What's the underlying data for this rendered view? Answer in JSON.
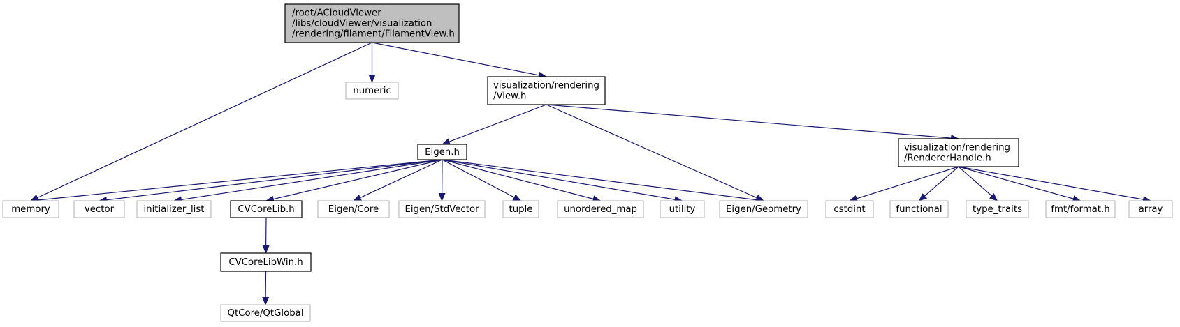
{
  "colors": {
    "edge": "#191970",
    "root_fill": "#bfbfbf",
    "documented_border": "#000000",
    "external_border": "#bfbfbf",
    "background": "#ffffff"
  },
  "nodes": [
    {
      "id": "root",
      "kind": "root",
      "lines": [
        "/root/ACloudViewer",
        "/libs/cloudViewer/visualization",
        "/rendering/filament/FilamentView.h"
      ]
    },
    {
      "id": "numeric",
      "kind": "external",
      "lines": [
        "numeric"
      ]
    },
    {
      "id": "view_h",
      "kind": "documented",
      "lines": [
        "visualization/rendering",
        "/View.h"
      ]
    },
    {
      "id": "eigen_h",
      "kind": "documented",
      "lines": [
        "Eigen.h"
      ]
    },
    {
      "id": "renderer_handle_h",
      "kind": "documented",
      "lines": [
        "visualization/rendering",
        "/RendererHandle.h"
      ]
    },
    {
      "id": "memory",
      "kind": "external",
      "lines": [
        "memory"
      ]
    },
    {
      "id": "vector",
      "kind": "external",
      "lines": [
        "vector"
      ]
    },
    {
      "id": "initializer_list",
      "kind": "external",
      "lines": [
        "initializer_list"
      ]
    },
    {
      "id": "cvcorelib_h",
      "kind": "documented",
      "lines": [
        "CVCoreLib.h"
      ]
    },
    {
      "id": "eigen_core",
      "kind": "external",
      "lines": [
        "Eigen/Core"
      ]
    },
    {
      "id": "eigen_stdvector",
      "kind": "external",
      "lines": [
        "Eigen/StdVector"
      ]
    },
    {
      "id": "tuple",
      "kind": "external",
      "lines": [
        "tuple"
      ]
    },
    {
      "id": "unordered_map",
      "kind": "external",
      "lines": [
        "unordered_map"
      ]
    },
    {
      "id": "utility",
      "kind": "external",
      "lines": [
        "utility"
      ]
    },
    {
      "id": "eigen_geometry",
      "kind": "external",
      "lines": [
        "Eigen/Geometry"
      ]
    },
    {
      "id": "cstdint",
      "kind": "external",
      "lines": [
        "cstdint"
      ]
    },
    {
      "id": "functional",
      "kind": "external",
      "lines": [
        "functional"
      ]
    },
    {
      "id": "type_traits",
      "kind": "external",
      "lines": [
        "type_traits"
      ]
    },
    {
      "id": "fmt_format_h",
      "kind": "external",
      "lines": [
        "fmt/format.h"
      ]
    },
    {
      "id": "array",
      "kind": "external",
      "lines": [
        "array"
      ]
    },
    {
      "id": "cvcorelibwin_h",
      "kind": "documented",
      "lines": [
        "CVCoreLibWin.h"
      ]
    },
    {
      "id": "qtcore_qtglobal",
      "kind": "external",
      "lines": [
        "QtCore/QtGlobal"
      ]
    }
  ],
  "edges": [
    {
      "from": "root",
      "to": "memory"
    },
    {
      "from": "root",
      "to": "numeric"
    },
    {
      "from": "root",
      "to": "view_h"
    },
    {
      "from": "view_h",
      "to": "eigen_h"
    },
    {
      "from": "view_h",
      "to": "eigen_geometry"
    },
    {
      "from": "view_h",
      "to": "renderer_handle_h"
    },
    {
      "from": "eigen_h",
      "to": "memory"
    },
    {
      "from": "eigen_h",
      "to": "vector"
    },
    {
      "from": "eigen_h",
      "to": "initializer_list"
    },
    {
      "from": "eigen_h",
      "to": "cvcorelib_h"
    },
    {
      "from": "eigen_h",
      "to": "eigen_core"
    },
    {
      "from": "eigen_h",
      "to": "eigen_stdvector"
    },
    {
      "from": "eigen_h",
      "to": "tuple"
    },
    {
      "from": "eigen_h",
      "to": "unordered_map"
    },
    {
      "from": "eigen_h",
      "to": "utility"
    },
    {
      "from": "eigen_h",
      "to": "eigen_geometry"
    },
    {
      "from": "renderer_handle_h",
      "to": "cstdint"
    },
    {
      "from": "renderer_handle_h",
      "to": "functional"
    },
    {
      "from": "renderer_handle_h",
      "to": "type_traits"
    },
    {
      "from": "renderer_handle_h",
      "to": "fmt_format_h"
    },
    {
      "from": "renderer_handle_h",
      "to": "array"
    },
    {
      "from": "cvcorelib_h",
      "to": "cvcorelibwin_h"
    },
    {
      "from": "cvcorelibwin_h",
      "to": "qtcore_qtglobal"
    }
  ]
}
